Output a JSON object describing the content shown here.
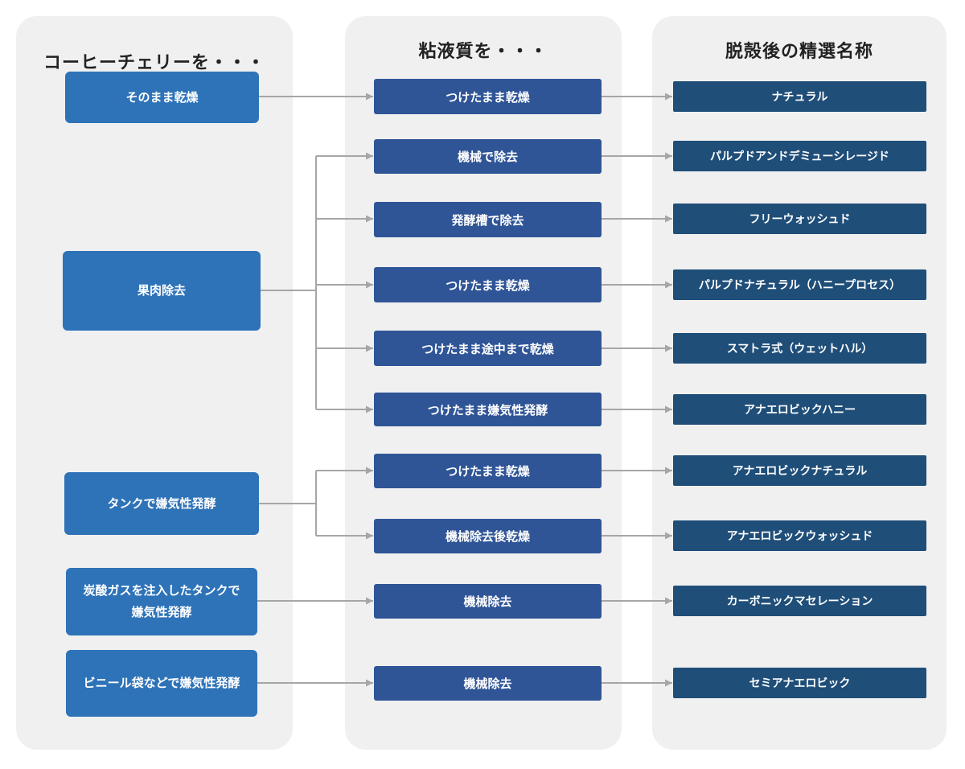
{
  "columns": {
    "cherry": "コーヒーチェリーを・・・",
    "mucilage": "粘液質を・・・",
    "result": "脱殻後の精選名称"
  },
  "sources": [
    {
      "label": "そのまま乾燥"
    },
    {
      "label": "果肉除去"
    },
    {
      "label": "タンクで嫌気性発酵"
    },
    {
      "label_lines": [
        "炭酸ガスを注入したタンクで",
        "嫌気性発酵"
      ]
    },
    {
      "label": "ビニール袋などで嫌気性発酵"
    }
  ],
  "steps": [
    {
      "label": "つけたまま乾燥"
    },
    {
      "label": "機械で除去"
    },
    {
      "label": "発酵槽で除去"
    },
    {
      "label": "つけたまま乾燥"
    },
    {
      "label": "つけたまま途中まで乾燥"
    },
    {
      "label": "つけたまま嫌気性発酵"
    },
    {
      "label": "つけたまま乾燥"
    },
    {
      "label": "機械除去後乾燥"
    },
    {
      "label": "機械除去"
    },
    {
      "label": "機械除去"
    }
  ],
  "results": [
    {
      "label": "ナチュラル"
    },
    {
      "label": "パルプドアンドデミューシレージド"
    },
    {
      "label": "フリーウォッシュド"
    },
    {
      "label": "パルプドナチュラル（ハニープロセス）"
    },
    {
      "label": "スマトラ式（ウェットハル）"
    },
    {
      "label": "アナエロビックハニー"
    },
    {
      "label": "アナエロビックナチュラル"
    },
    {
      "label": "アナエロビックウォッシュド"
    },
    {
      "label": "カーボニックマセレーション"
    },
    {
      "label": "セミアナエロビック"
    }
  ],
  "colors": {
    "panel": "#f0f0f0",
    "source_box": "#2e73b8",
    "step_box": "#2f5597",
    "result_box": "#1f4e79",
    "connector": "#a6a6a6"
  }
}
